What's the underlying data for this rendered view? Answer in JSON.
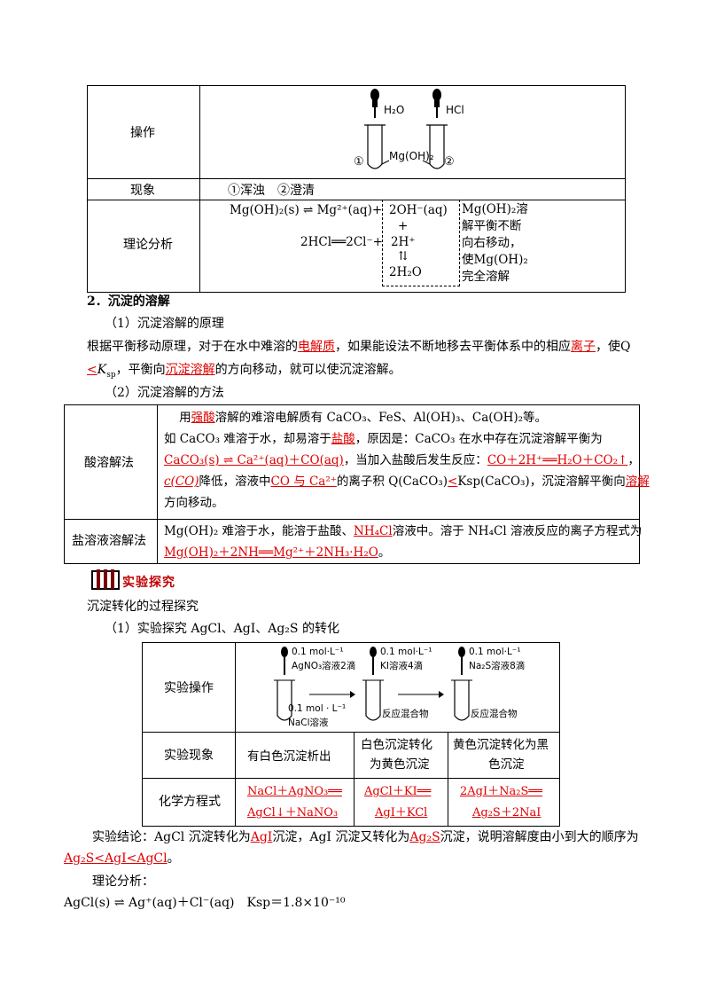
{
  "table1": {
    "row1_label": "操作",
    "row2_label": "现象",
    "row2_value": "①浑浊　②澄清",
    "row3_label": "理论分析",
    "diagram": {
      "h2o": "H₂O",
      "hcl": "HCl",
      "circ1": "①",
      "circ2": "②",
      "mgoh2": "Mg(OH)₂"
    },
    "analysis": {
      "eq1_left": "Mg(OH)₂(s) ⇌ Mg²⁺(aq)+",
      "box_line1": "2OH⁻(aq)",
      "box_plus": "+",
      "box_line2": "2H⁺",
      "box_arrow": "⇅",
      "box_line3": "2H₂O",
      "eq2_left": "2HCl══2Cl⁻+",
      "conclusion_lines": [
        "Mg(OH)₂溶",
        "解平衡不断",
        "向右移动，",
        "使Mg(OH)₂",
        "完全溶解"
      ]
    }
  },
  "section2": {
    "heading": "2．沉淀的溶解",
    "sub1": "（1）沉淀溶解的原理",
    "p1_a": "根据平衡移动原理，对于在水中难溶的",
    "p1_b": "电解质",
    "p1_c": "，如果能设法不断地移去平衡体系中的相应",
    "p1_d": "离子",
    "p1_e": "，使Q",
    "p2_a": "<",
    "p2_b": "K",
    "p2_c": "sp",
    "p2_d": "，平衡向",
    "p2_e": "沉淀溶解",
    "p2_f": "的方向移动，就可以使沉淀溶解。",
    "sub2": "（2）沉淀溶解的方法"
  },
  "table2": {
    "acid_label": "酸溶解法",
    "salt_label": "盐溶液溶解法",
    "acid_l1_a": "用",
    "acid_l1_b": "强酸",
    "acid_l1_c": "溶解的难溶电解质有 CaCO₃、FeS、Al(OH)₃、Ca(OH)₂等。",
    "acid_l2_a": "如 CaCO₃ 难溶于水，却易溶于",
    "acid_l2_b": "盐酸",
    "acid_l2_c": "，原因是：CaCO₃ 在水中存在沉淀溶解平衡为",
    "acid_l3_a": "CaCO₃(s) ⇌ Ca²⁺(aq)＋CO(aq)",
    "acid_l3_b": "，当加入盐酸后发生反应：",
    "acid_l3_c": "CO＋2H⁺══H₂O＋CO₂↑",
    "acid_l3_d": "，",
    "acid_l4_a": "c(CO)",
    "acid_l4_b": "降低，溶液中",
    "acid_l4_c": "CO 与 Ca²⁺",
    "acid_l4_d": "的离子积 Q(CaCO₃)",
    "acid_l4_e": "<",
    "acid_l4_f": "Ksp(CaCO₃)，沉淀溶解平衡向",
    "acid_l4_g": "溶解",
    "acid_l5": "方向移动。",
    "salt_l1_a": "Mg(OH)₂ 难溶于水，能溶于盐酸、",
    "salt_l1_b": "NH₄Cl",
    "salt_l1_c": "溶液中。溶于 NH₄Cl 溶液反应的离子方程式为",
    "salt_l2": "Mg(OH)₂＋2NH══Mg²⁺＋2NH₃·H₂O",
    "salt_l2_end": "。"
  },
  "experiment": {
    "badge": "实验探究",
    "title": "沉淀转化的过程探究",
    "sub1": "（1）实验探究 AgCl、AgI、Ag₂S 的转化",
    "row1_label": "实验操作",
    "row2_label": "实验现象",
    "row3_label": "化学方程式",
    "diag": {
      "d1a": "0.1 mol·L⁻¹",
      "d1b": "AgNO₃溶液2滴",
      "d2a": "0.1 mol·L⁻¹",
      "d2b": "KI溶液4滴",
      "d3a": "0.1 mol·L⁻¹",
      "d3b": "Na₂S溶液8滴",
      "t1a": "0.1 mol · L⁻¹",
      "t1b": "NaCl溶液",
      "t2": "反应混合物",
      "t3": "反应混合物"
    },
    "obs1": "有白色沉淀析出",
    "obs2a": "白色沉淀转化",
    "obs2b": "为黄色沉淀",
    "obs3a": "黄色沉淀转化为黑",
    "obs3b": "色沉淀",
    "eq1a": "NaCl＋AgNO₃══",
    "eq1b": "AgCl↓＋NaNO₃",
    "eq2a": "AgCl＋KI══",
    "eq2b": "AgI＋KCl",
    "eq3a": "2AgI＋Na₂S══",
    "eq3b": "Ag₂S＋2NaI",
    "concl_a": "实验结论：AgCl 沉淀转化为",
    "concl_b": "AgI",
    "concl_c": "沉淀，AgI 沉淀又转化为",
    "concl_d": "Ag₂S",
    "concl_e": "沉淀，说明溶解度由小到大的顺序为",
    "concl2": "Ag₂S<AgI<AgCl",
    "concl2_end": "。",
    "theory": "理论分析：",
    "final_eq": "AgCl(s) ⇌ Ag⁺(aq)＋Cl⁻(aq)　Ksp＝1.8×10⁻¹⁰"
  }
}
